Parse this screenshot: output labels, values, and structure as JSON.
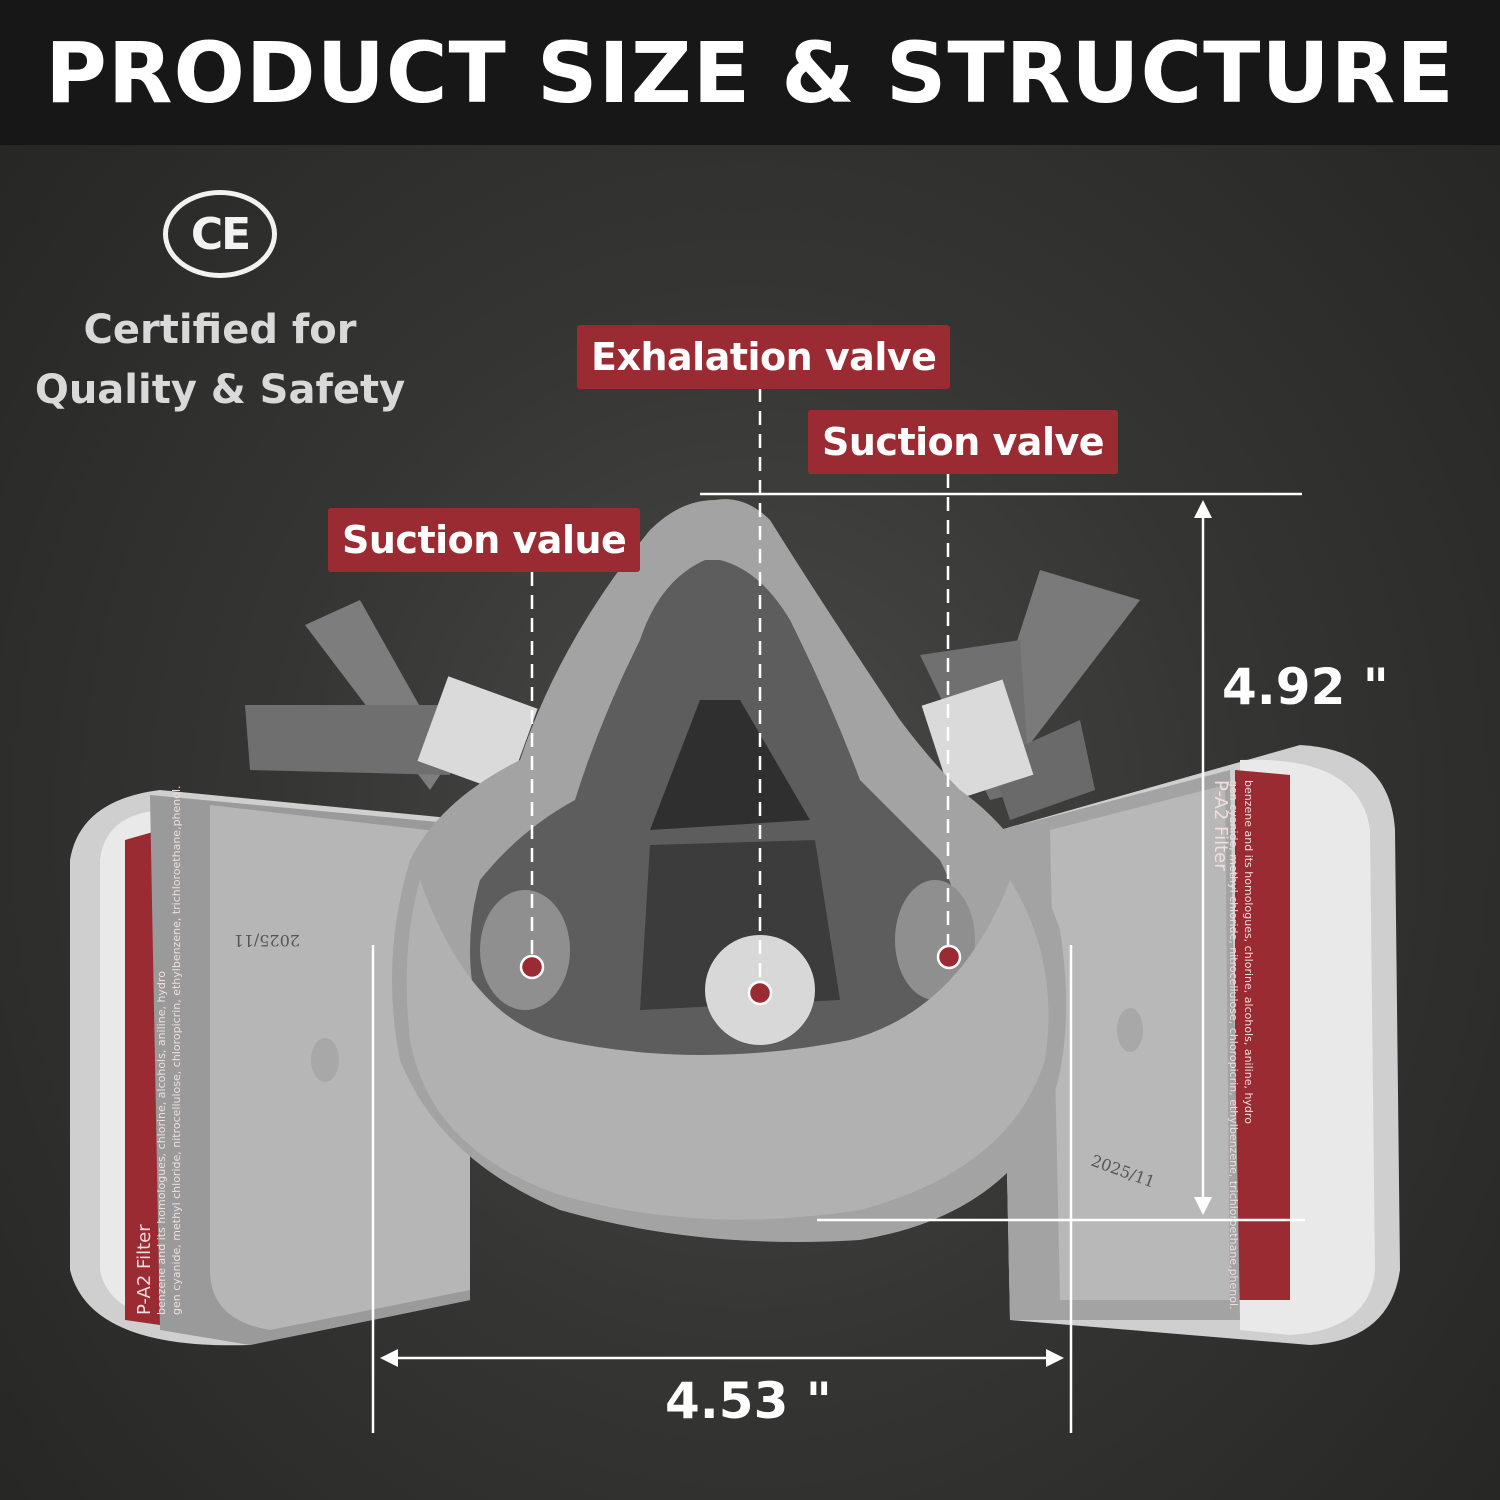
{
  "header": {
    "title": "PRODUCT SIZE & STRUCTURE"
  },
  "certification": {
    "mark": "CE",
    "line1": "Certified for",
    "line2": "Quality & Safety"
  },
  "callouts": {
    "exhalation_valve": "Exhalation valve",
    "suction_valve_right": "Suction valve",
    "suction_value_left": "Suction value"
  },
  "dimensions": {
    "height": "4.92 \"",
    "width": "4.53 \""
  },
  "filter_print": {
    "model": "P-A2 Filter",
    "date": "2025/11",
    "chemicals": "benzene and its homologues, chlorine, alcohols, aniline, hydrogen cyanide, methyl chloride, nitrocellulose, chloropicrin, ethylbenzene, trichloroethane,phenol."
  },
  "colors": {
    "header_bg": "#171717",
    "label_red": "#9b2b32",
    "mask_gray": "#a3a3a3"
  }
}
